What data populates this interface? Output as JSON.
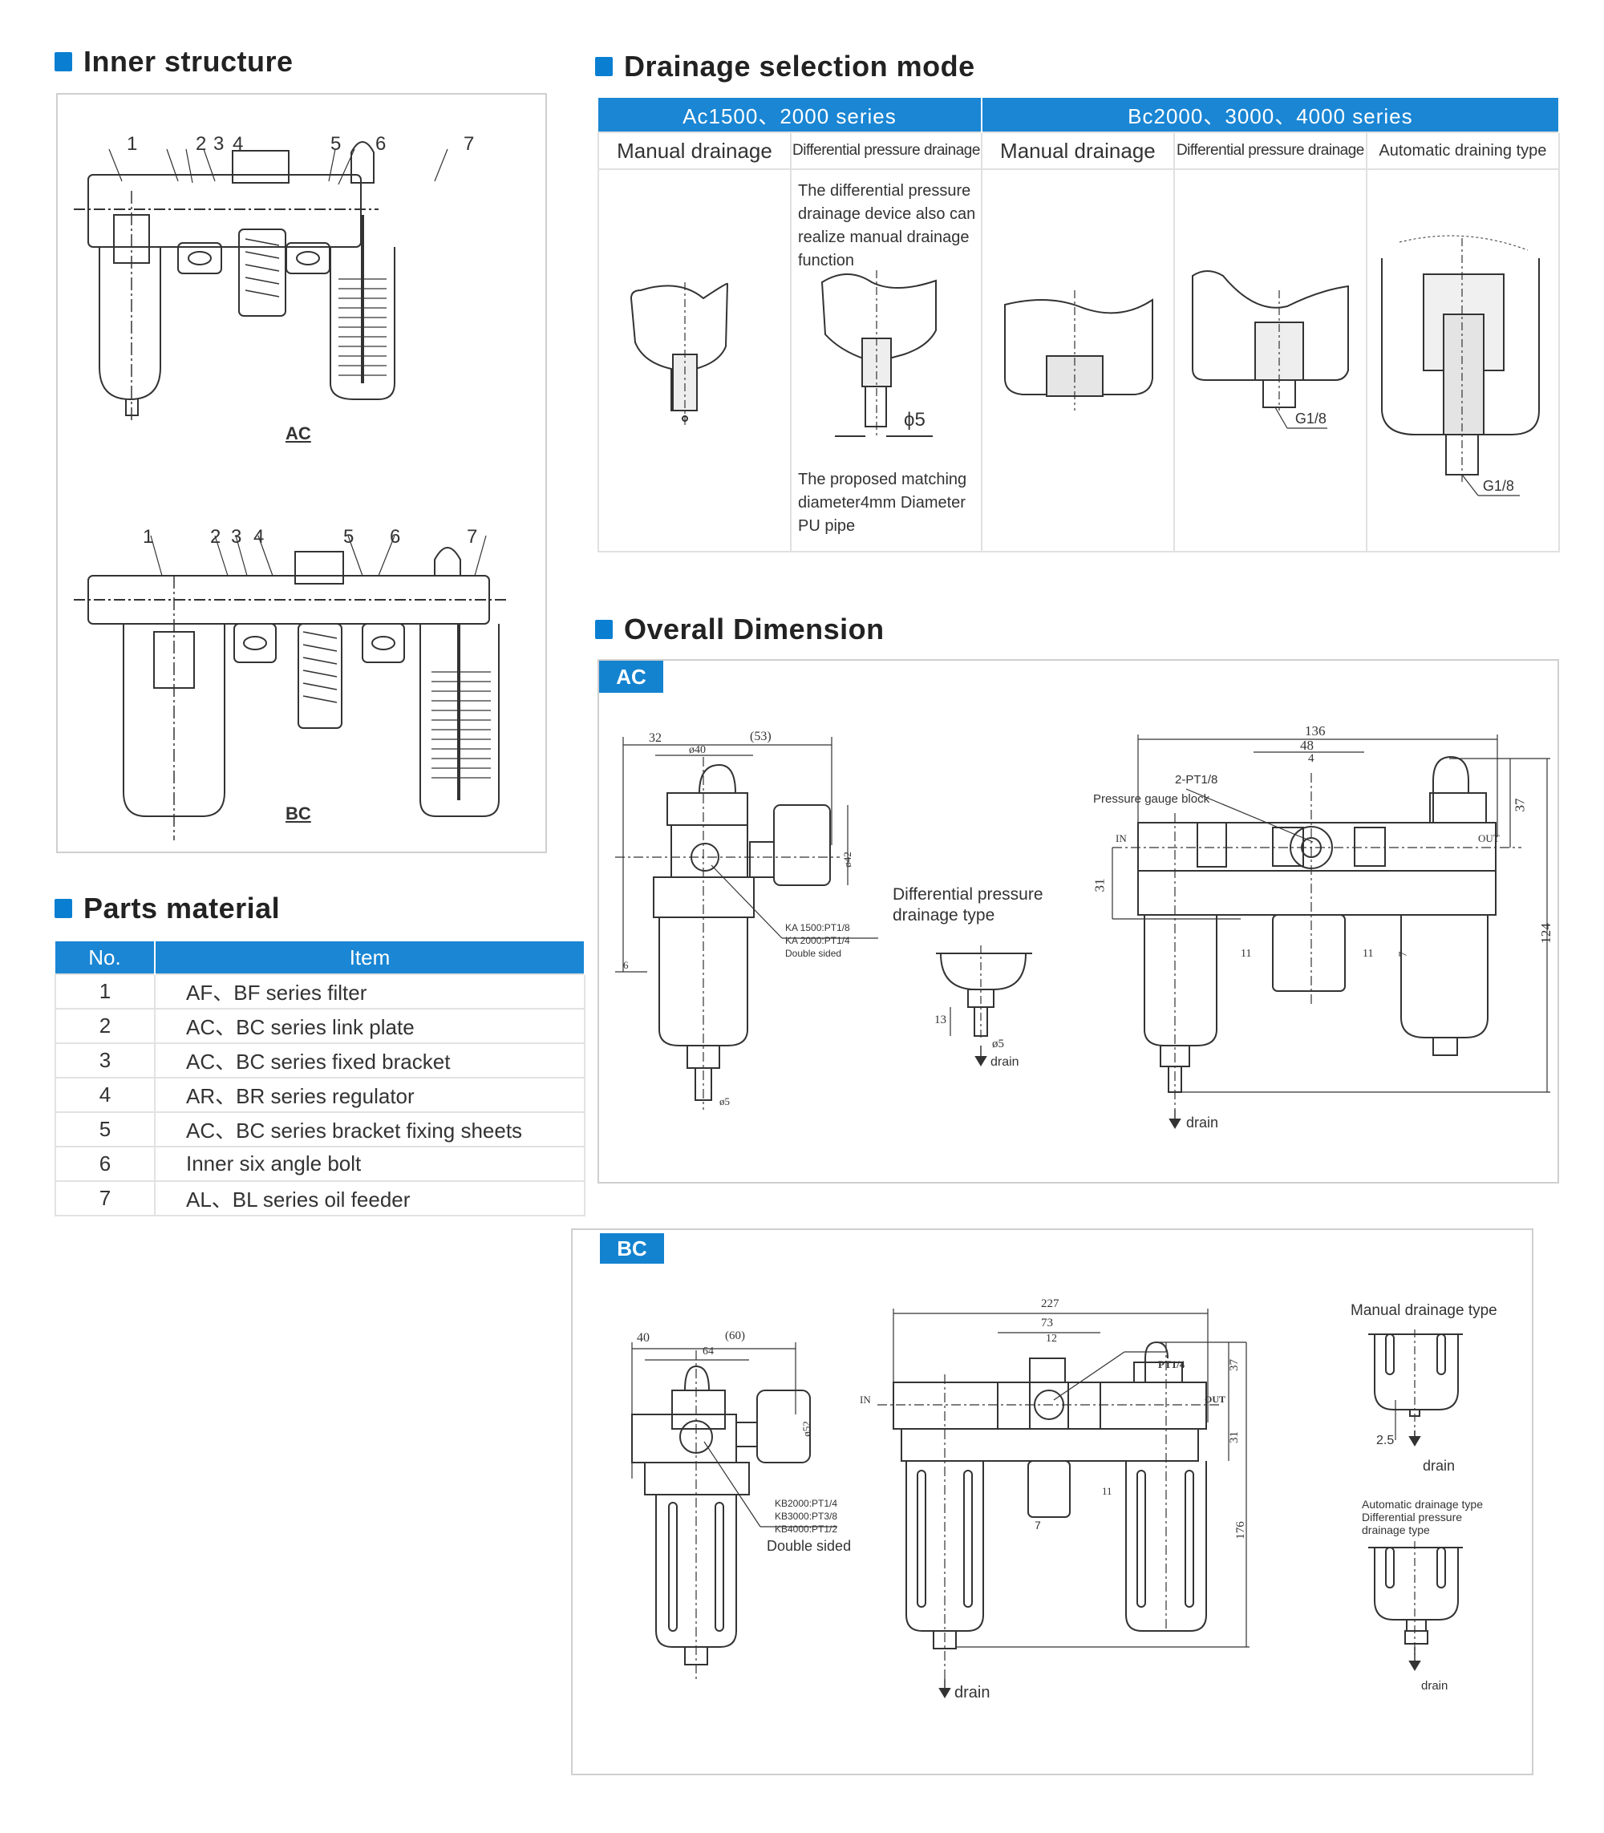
{
  "sections": {
    "inner_structure": "Inner structure",
    "drainage_selection": "Drainage selection mode",
    "parts_material": "Parts material",
    "overall_dimension": "Overall Dimension"
  },
  "inner_structure": {
    "ac": {
      "label": "AC",
      "callouts": [
        "1",
        "2",
        "3",
        "4",
        "5",
        "6",
        "7"
      ]
    },
    "bc": {
      "label": "BC",
      "callouts": [
        "1",
        "2",
        "3",
        "4",
        "5",
        "6",
        "7"
      ]
    }
  },
  "parts_table": {
    "headers": {
      "no": "No.",
      "item": "Item"
    },
    "rows": [
      {
        "no": "1",
        "item": "AF、BF series filter"
      },
      {
        "no": "2",
        "item": "AC、BC series link plate"
      },
      {
        "no": "3",
        "item": "AC、BC series fixed bracket"
      },
      {
        "no": "4",
        "item": "AR、BR series regulator"
      },
      {
        "no": "5",
        "item": "AC、BC series bracket fixing sheets"
      },
      {
        "no": "6",
        "item": "Inner six angle bolt"
      },
      {
        "no": "7",
        "item": "AL、BL series oil feeder"
      }
    ]
  },
  "drainage_table": {
    "groups": [
      "Ac1500、2000 series",
      "Bc2000、3000、4000 series"
    ],
    "columns": [
      "Manual drainage",
      "Differential pressure drainage",
      "Manual drainage",
      "Differential pressure drainage",
      "Automatic draining type"
    ],
    "note_top": "The differential pressure drainage device also can realize manual drainage function",
    "note_bottom": "The proposed matching diameter4mm Diameter PU pipe",
    "phi5": "ϕ5",
    "g18_a": "G1/8",
    "g18_b": "G1/8"
  },
  "dim_ac": {
    "tag": "AC",
    "side": {
      "d32": "32",
      "d53": "(53)",
      "d40": "ø40",
      "d42": "ø42",
      "d6": "6",
      "d5": "ø5",
      "port1": "KA 1500:PT1/8",
      "port2": "KA 2000:PT1/4",
      "port3": "Double sided"
    },
    "diff_label_1": "Differential pressure",
    "diff_label_2": "drainage type",
    "diff_13": "13",
    "diff_5": "ø5",
    "diff_drain": "drain",
    "front": {
      "d136": "136",
      "d48": "48",
      "d4": "4",
      "pt": "2-PT1/8",
      "gauge": "Pressure gauge block",
      "in": "IN",
      "out": "OUT",
      "d37": "37",
      "d31": "31",
      "d124": "124",
      "d11a": "11",
      "d11b": "11",
      "d7": "7",
      "drain": "drain"
    }
  },
  "dim_bc": {
    "tag": "BC",
    "side": {
      "d40": "40",
      "d60": "(60)",
      "d64": "64",
      "d52": "ø52",
      "port1": "KB2000:PT1/4",
      "port2": "KB3000:PT3/8",
      "port3": "KB4000:PT1/2",
      "port4": "Double sided"
    },
    "front": {
      "d227": "227",
      "d73": "73",
      "d12": "12",
      "pt": "PT1/4",
      "in": "IN",
      "out": "OUT",
      "d37": "37",
      "d31": "31",
      "d176": "176",
      "d7": "7",
      "d11": "11",
      "drain": "drain"
    },
    "manual_label": "Manual drainage type",
    "manual_25": "2.5",
    "manual_drain": "drain",
    "auto_label_1": "Automatic drainage type",
    "auto_label_2": "Differential pressure",
    "auto_label_3": "drainage type",
    "auto_drain": "drain"
  }
}
